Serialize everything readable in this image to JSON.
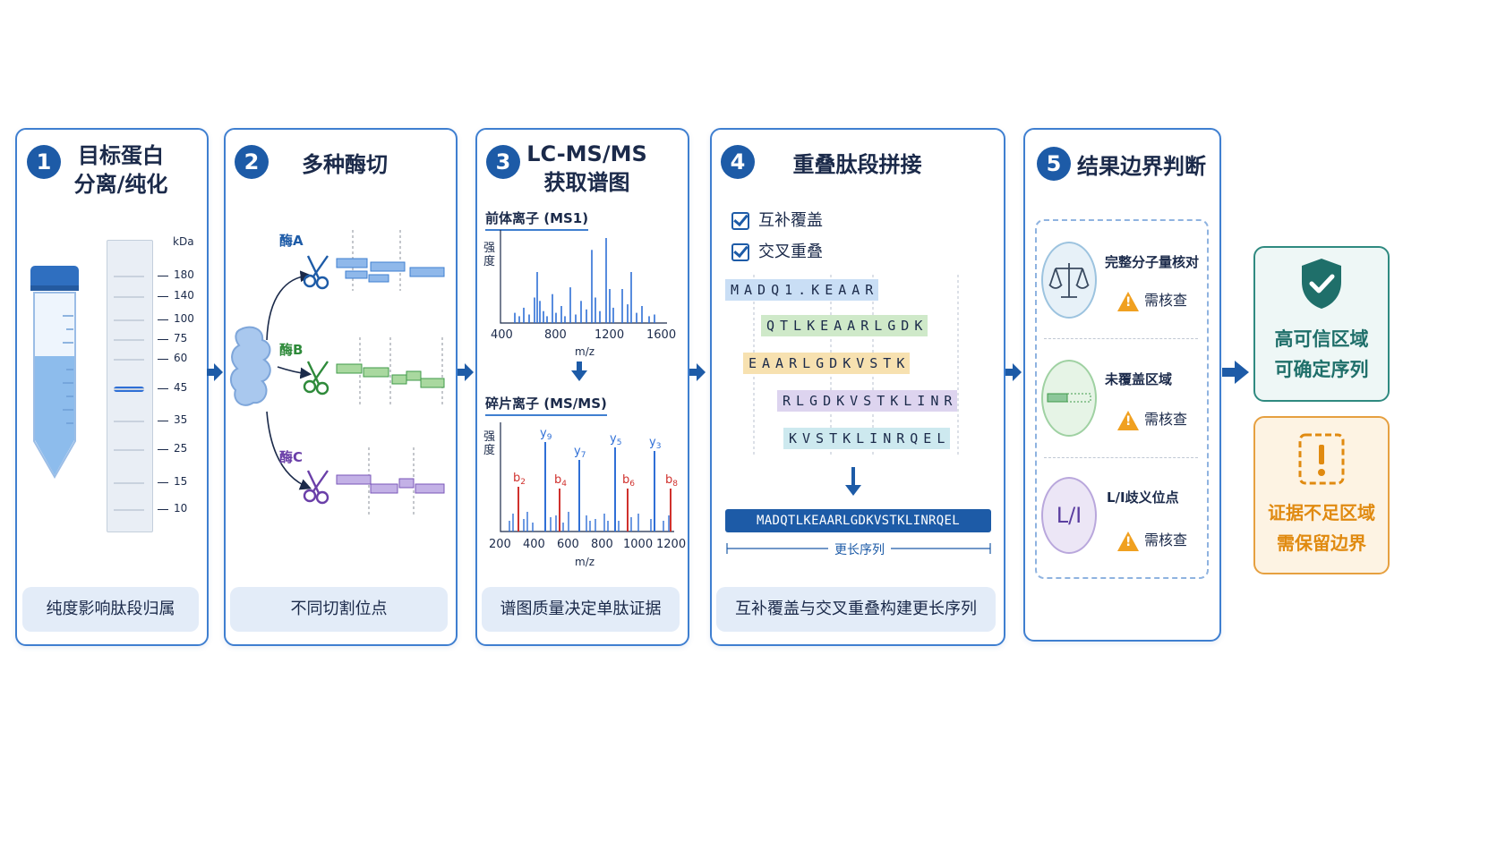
{
  "panels": [
    {
      "num": "1",
      "title": "目标蛋白\n分离/纯化",
      "footer": "纯度影响肽段归属"
    },
    {
      "num": "2",
      "title": "多种酶切",
      "footer": "不同切割位点"
    },
    {
      "num": "3",
      "title": "LC-MS/MS\n获取谱图",
      "footer": "谱图质量决定单肽证据"
    },
    {
      "num": "4",
      "title": "重叠肽段拼接",
      "footer": "互补覆盖与交叉重叠构建更长序列"
    },
    {
      "num": "5",
      "title": "结果边界判断",
      "footer": ""
    }
  ],
  "gel": {
    "unit": "kDa",
    "markers": [
      "180",
      "140",
      "100",
      "75",
      "60",
      "45",
      "35",
      "25",
      "15",
      "10"
    ]
  },
  "enzymes": [
    "酶A",
    "酶B",
    "酶C"
  ],
  "ms": {
    "ms1_label": "前体离子 (MS1)",
    "ms2_label": "碎片离子 (MS/MS)",
    "ylabel": "强\n度",
    "xlabel": "m/z",
    "ms1_ticks": [
      "400",
      "800",
      "1200",
      "1600"
    ],
    "ms2_ticks": [
      "200",
      "400",
      "600",
      "800",
      "1000",
      "1200"
    ],
    "ion_labels": [
      {
        "t": "y9",
        "c": "blue"
      },
      {
        "t": "y7",
        "c": "blue"
      },
      {
        "t": "y5",
        "c": "blue"
      },
      {
        "t": "y3",
        "c": "blue"
      },
      {
        "t": "b2",
        "c": "red"
      },
      {
        "t": "b4",
        "c": "red"
      },
      {
        "t": "b6",
        "c": "red"
      },
      {
        "t": "b8",
        "c": "red"
      }
    ]
  },
  "assembly": {
    "checks": [
      "互补覆盖",
      "交叉重叠"
    ],
    "peptides": [
      {
        "seq": "MADQ1.KEAAR",
        "color": "#c9def5"
      },
      {
        "seq": "QTLKEAARLGDK",
        "color": "#cfe9c9"
      },
      {
        "seq": "EAARLGDKVSTK",
        "color": "#f7e1b0"
      },
      {
        "seq": "RLGDKVSTKLINR",
        "color": "#ddd4ef"
      },
      {
        "seq": "KVSTKLINRQEL",
        "color": "#cde9ef"
      }
    ],
    "result": "MADQTLKEAARLGDKVSTKLINRQEL",
    "result_caption": "更长序列"
  },
  "judgement": {
    "items": [
      {
        "label": "完整分子量核对",
        "need": "需核查",
        "icon": "balance-scale-icon"
      },
      {
        "label": "未覆盖区域",
        "need": "需核查",
        "icon": "uncovered-bar-icon"
      },
      {
        "label": "L/I歧义位点",
        "need": "需核查",
        "icon": "L/I"
      }
    ]
  },
  "outcomes": [
    {
      "line1": "高可信区域",
      "line2": "可确定序列",
      "color": "#1f6f6a"
    },
    {
      "line1": "证据不足区域",
      "line2": "需保留边界",
      "color": "#e08a10"
    }
  ]
}
